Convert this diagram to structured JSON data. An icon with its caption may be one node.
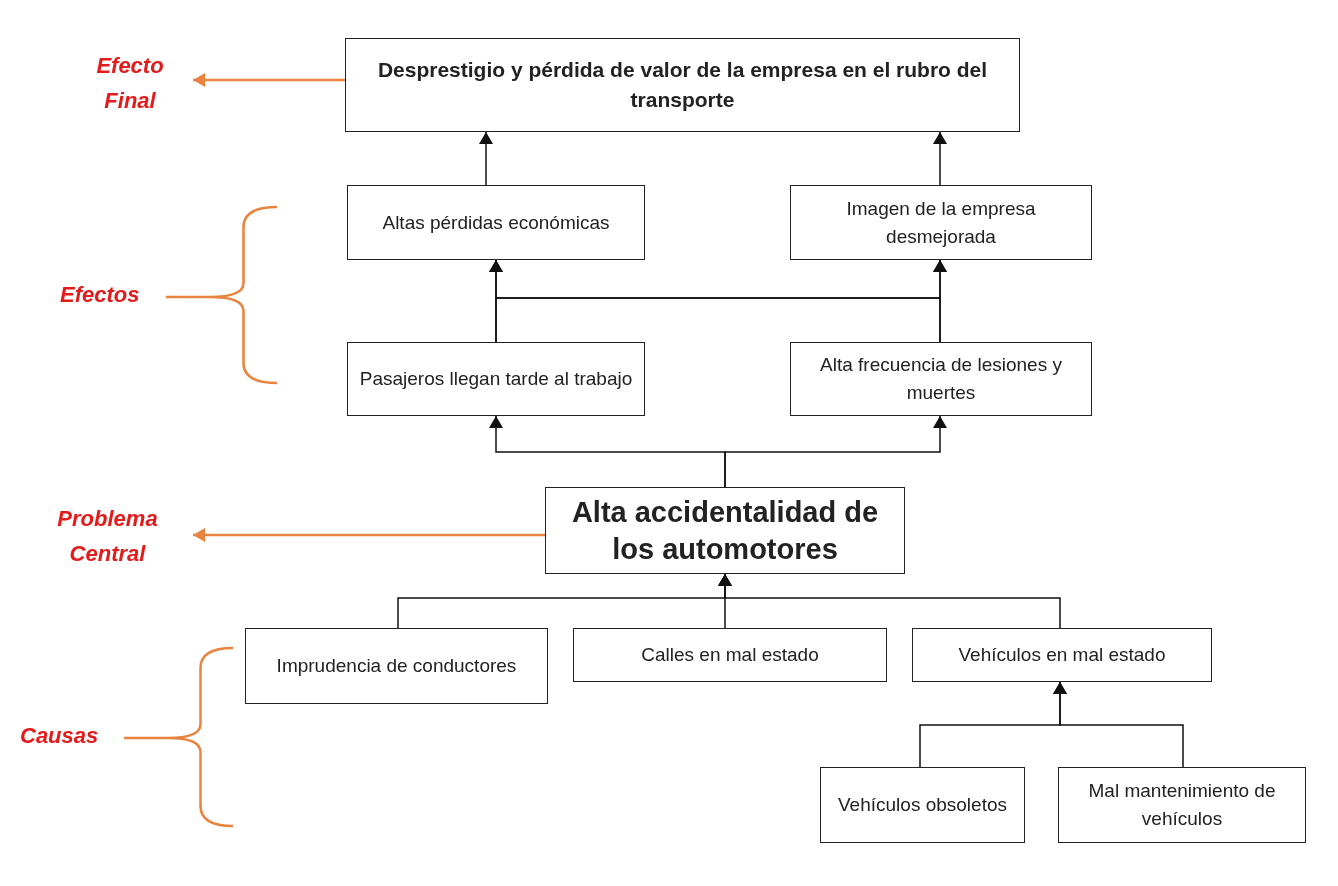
{
  "diagram": {
    "nodes": [
      {
        "text": [
          "Desprestigio y pérdida de valor de la empresa en el rubro del transporte"
        ]
      },
      {
        "text": [
          "Altas pérdidas económicas"
        ]
      },
      {
        "text": [
          "Imagen de la empresa desmejorada"
        ]
      },
      {
        "text": [
          "Pasajeros llegan tarde  al trabajo"
        ]
      },
      {
        "text": [
          "Alta frecuencia de lesiones y muertes"
        ]
      },
      {
        "text": [
          "Alta accidentalidad de los automotores"
        ]
      },
      {
        "text": [
          "Imprudencia de conductores"
        ]
      },
      {
        "text": [
          "Calles en mal estado"
        ]
      },
      {
        "text": [
          "Vehículos en mal estado"
        ]
      },
      {
        "text": [
          "Vehículos obsoletos"
        ]
      },
      {
        "text": [
          "Mal mantenimiento de vehículos"
        ]
      },
      {
        "text": [
          "Efecto Final"
        ]
      },
      {
        "text": [
          "Problema Central"
        ]
      }
    ],
    "edges": [
      {
        "from": 1,
        "to": 0,
        "arrow": "to"
      },
      {
        "from": 2,
        "to": 0,
        "arrow": "to"
      },
      {
        "from": 3,
        "to": 1,
        "arrow": "to"
      },
      {
        "from": 3,
        "to": 2,
        "arrow": "to"
      },
      {
        "from": 4,
        "to": 2,
        "arrow": "to"
      },
      {
        "from": 4,
        "to": 1,
        "arrow": "to"
      },
      {
        "from": 5,
        "to": 3,
        "arrow": "to"
      },
      {
        "from": 5,
        "to": 4,
        "arrow": "to"
      },
      {
        "from": 6,
        "to": 5,
        "arrow": "to"
      },
      {
        "from": 7,
        "to": 5,
        "arrow": "to"
      },
      {
        "from": 8,
        "to": 5,
        "arrow": "to"
      },
      {
        "from": 9,
        "to": 8,
        "arrow": "to"
      },
      {
        "from": 10,
        "to": 8,
        "arrow": "to"
      },
      {
        "from": 0,
        "to": 11,
        "arrow": "to",
        "color": "#e8843f"
      },
      {
        "from": 5,
        "to": 12,
        "arrow": "to",
        "color": "#e8843f"
      }
    ],
    "labels": [
      "Efectos",
      "Causas"
    ]
  }
}
